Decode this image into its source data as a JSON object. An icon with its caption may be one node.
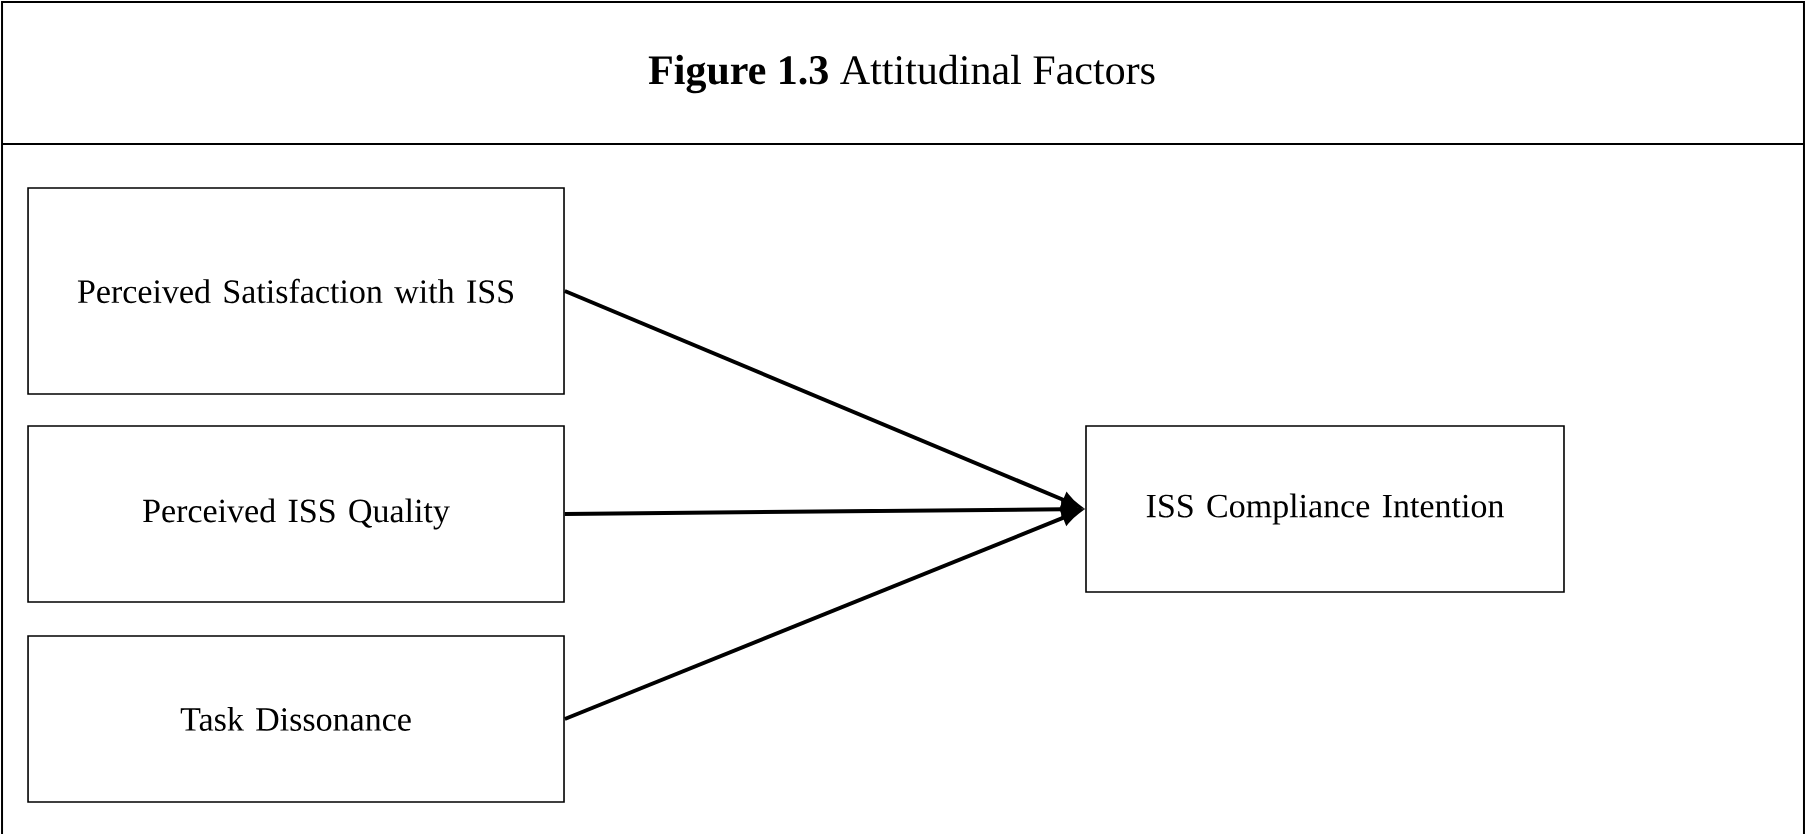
{
  "diagram": {
    "title": "**Figure 1.3** Attitudinal Factors",
    "nodes": [
      {
        "text": [
          "Perceived Satisfaction with ISS"
        ]
      },
      {
        "text": [
          "Perceived ISS Quality"
        ]
      },
      {
        "text": [
          "Task Dissonance"
        ]
      },
      {
        "text": [
          "ISS Compliance Intention"
        ]
      }
    ],
    "edges": [
      {
        "from": 0,
        "to": 3,
        "arrow": "to"
      },
      {
        "from": 1,
        "to": 3,
        "arrow": "to"
      },
      {
        "from": 2,
        "to": 3,
        "arrow": "to"
      }
    ]
  }
}
